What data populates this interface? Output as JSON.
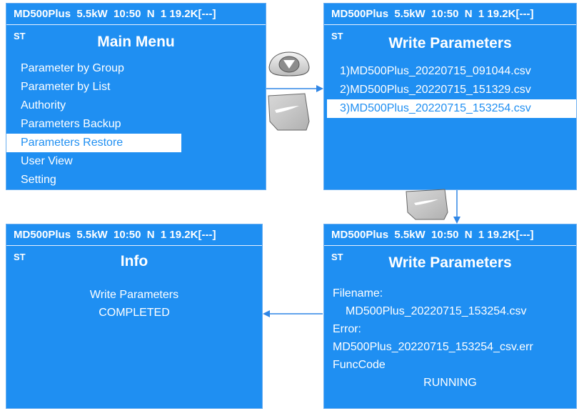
{
  "status_text": "MD500Plus  5.5kW  10:50  N  1 19.2K[---]",
  "colors": {
    "screen_bg": "#1f8ff2",
    "highlight_bg": "#ffffff",
    "arrow": "#2f86e6"
  },
  "keys": {
    "down_key_icon": "down-arrow-key",
    "enter_key_icon": "enter-key"
  },
  "screen1": {
    "status": "MD500Plus  5.5kW  10:50  N  1 19.2K[---]",
    "st": "ST",
    "title": "Main Menu",
    "items": [
      "Parameter by Group",
      "Parameter by List",
      "Authority",
      "Parameters Backup",
      "Parameters Restore",
      "User View",
      "Setting"
    ],
    "selected_index": 4
  },
  "screen2": {
    "status": "MD500Plus  5.5kW  10:50  N  1 19.2K[---]",
    "st": "ST",
    "title": "Write Parameters",
    "files": [
      "1)MD500Plus_20220715_091044.csv",
      "2)MD500Plus_20220715_151329.csv",
      "3)MD500Plus_20220715_153254.csv"
    ],
    "selected_index": 2
  },
  "screen3": {
    "status": "MD500Plus  5.5kW  10:50  N  1 19.2K[---]",
    "st": "ST",
    "title": "Write Parameters",
    "filename_label": "Filename:",
    "filename": "MD500Plus_20220715_153254.csv",
    "error_label": "Error:",
    "error_file": "MD500Plus_20220715_153254_csv.err",
    "funccode_label": "FuncCode",
    "state": "RUNNING"
  },
  "screen4": {
    "status": "MD500Plus  5.5kW  10:50  N  1 19.2K[---]",
    "st": "ST",
    "title": "Info",
    "line1": "Write Parameters",
    "line2": "COMPLETED"
  }
}
